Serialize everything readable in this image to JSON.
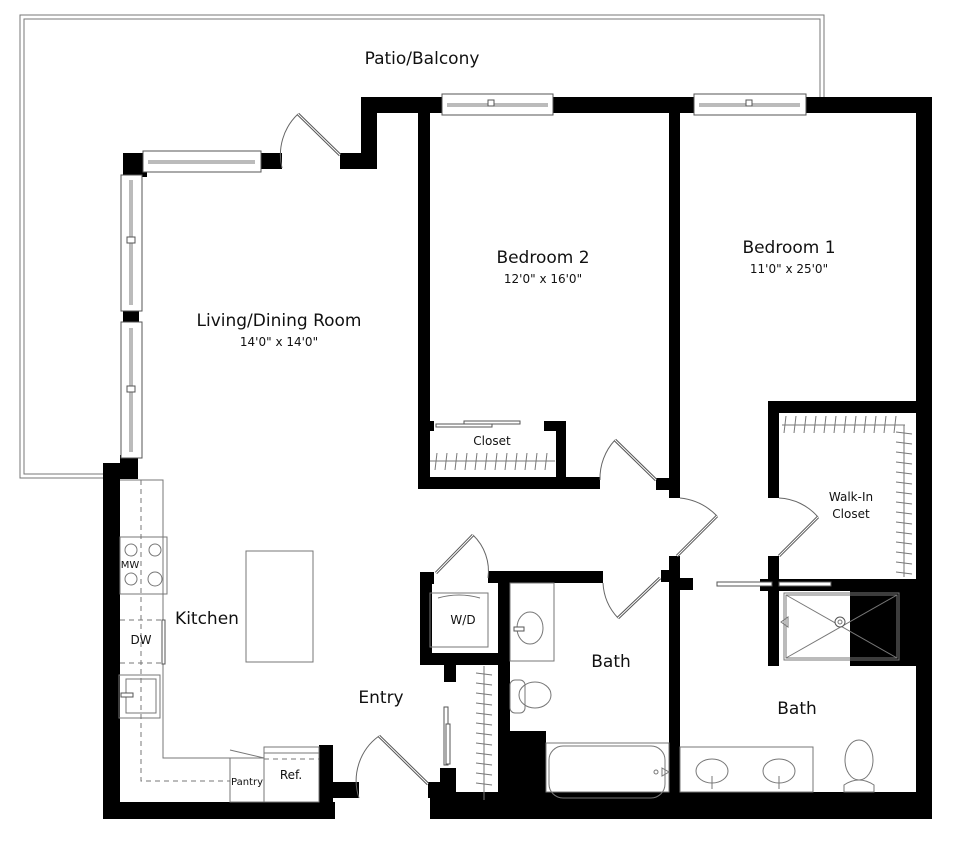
{
  "floor_plan": {
    "exterior": {
      "patio": {
        "label": "Patio/Balcony"
      }
    },
    "rooms": {
      "living": {
        "label": "Living/Dining Room",
        "dimensions": "14'0\" x 14'0\""
      },
      "bedroom2": {
        "label": "Bedroom 2",
        "dimensions": "12'0\" x 16'0\""
      },
      "bedroom1": {
        "label": "Bedroom 1",
        "dimensions": "11'0\" x 25'0\""
      },
      "closet": {
        "label": "Closet"
      },
      "walkin": {
        "label_line1": "Walk-In",
        "label_line2": "Closet"
      },
      "kitchen": {
        "label": "Kitchen"
      },
      "entry": {
        "label": "Entry"
      },
      "bath_hall": {
        "label": "Bath"
      },
      "bath_master": {
        "label": "Bath"
      }
    },
    "fixtures": {
      "microwave": "MW",
      "dishwasher": "DW",
      "washer_dryer": "W/D",
      "pantry": "Pantry",
      "refrigerator": "Ref."
    },
    "colors": {
      "wall": "#000000",
      "line": "#777777",
      "background": "#ffffff"
    }
  }
}
